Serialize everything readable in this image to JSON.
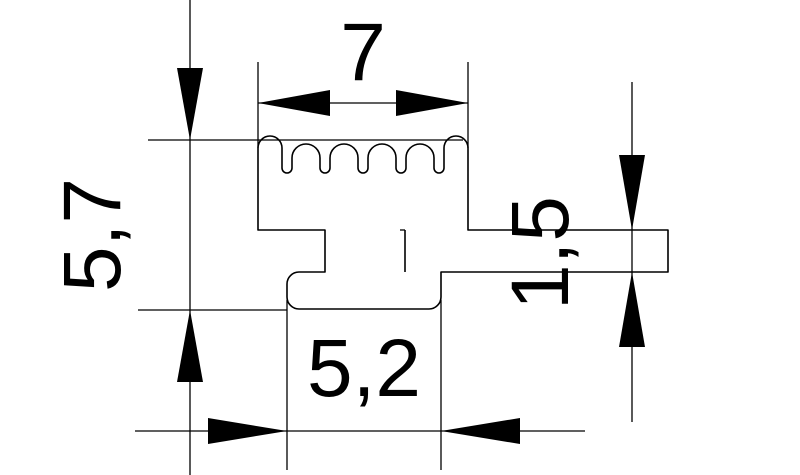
{
  "dimensions": {
    "top_width": "7",
    "total_height": "5,7",
    "base_width": "5,2",
    "flange_thickness": "1,5"
  }
}
